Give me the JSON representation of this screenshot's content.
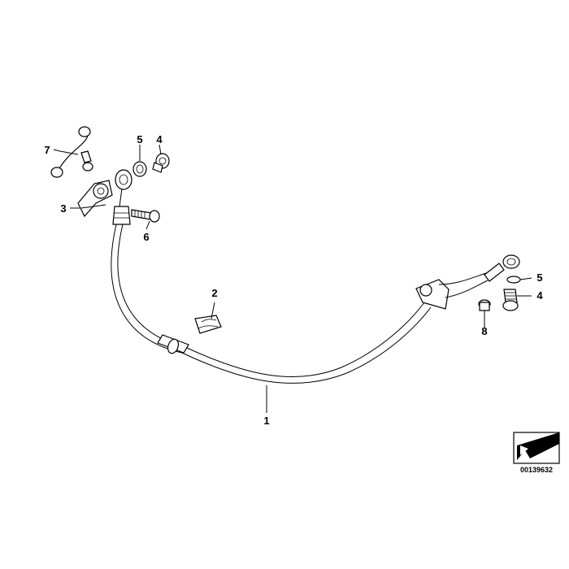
{
  "diagram": {
    "callouts": [
      "1",
      "2",
      "3",
      "4",
      "5",
      "6",
      "7",
      "4",
      "5",
      "8"
    ],
    "reference_number": "00139632"
  },
  "icons": {
    "corner": "direction-arrow-icon"
  }
}
